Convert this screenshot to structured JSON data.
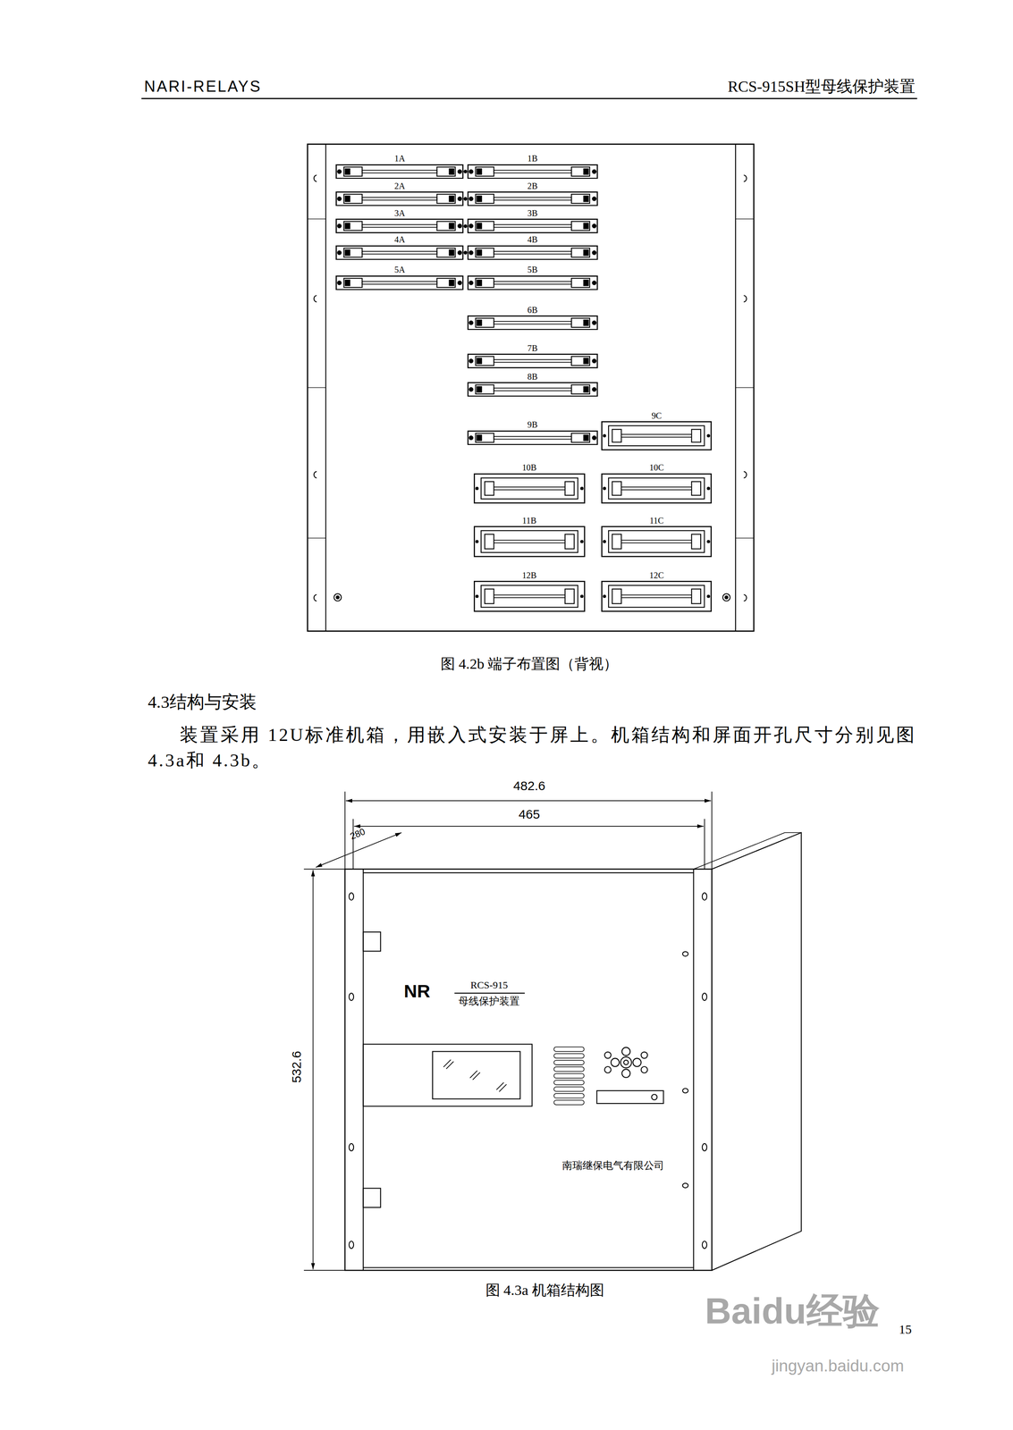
{
  "diagram": {
    "nodes": [
      {
        "text": [
          "1A"
        ]
      },
      {
        "text": [
          "1B"
        ]
      },
      {
        "text": [
          "2A"
        ]
      },
      {
        "text": [
          "2B"
        ]
      },
      {
        "text": [
          "3A"
        ]
      },
      {
        "text": [
          "3B"
        ]
      },
      {
        "text": [
          "4A"
        ]
      },
      {
        "text": [
          "4B"
        ]
      },
      {
        "text": [
          "5A"
        ]
      },
      {
        "text": [
          "5B"
        ]
      },
      {
        "text": [
          "6B"
        ]
      },
      {
        "text": [
          "7B"
        ]
      },
      {
        "text": [
          "8B"
        ]
      },
      {
        "text": [
          "9C"
        ]
      },
      {
        "text": [
          "9B"
        ]
      },
      {
        "text": [
          "10B"
        ]
      },
      {
        "text": [
          "10C"
        ]
      },
      {
        "text": [
          "11B"
        ]
      },
      {
        "text": [
          "11C"
        ]
      },
      {
        "text": [
          "12B"
        ]
      },
      {
        "text": [
          "12C"
        ]
      }
    ],
    "labels": [
      "NARI-RELAYS",
      "RCS-915SH型母线保护装置",
      "图 4.2b 端子布置图（背视）",
      "4.3结构与安装",
      "装置采用 12U标准机箱，用嵌入式安装于屏上。机箱结构和屏面开孔尺寸分别见图 4.3a和 4.3b。",
      "482.6",
      "465",
      "280",
      "532.6",
      "NR",
      "RCS-915",
      "母线保护装置",
      "南瑞继保电气有限公司",
      "图 4.3a 机箱结构图",
      "15",
      "Baidu经验",
      "jingyan.baidu.com"
    ]
  }
}
